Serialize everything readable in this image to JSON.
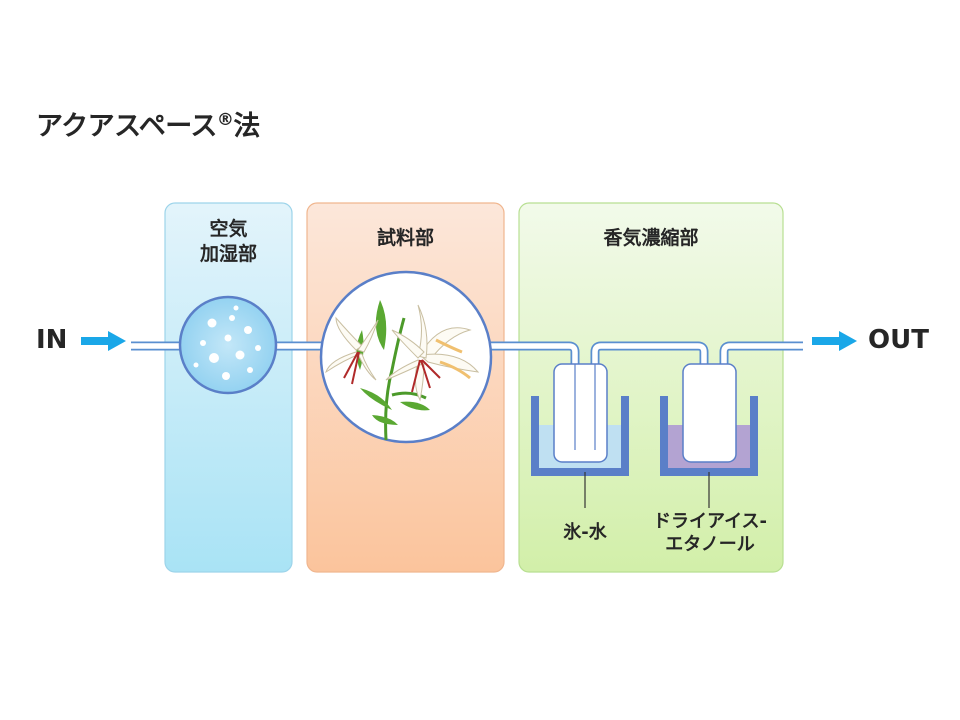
{
  "title": {
    "main": "アクアスペース",
    "mark": "®",
    "suffix": "法"
  },
  "inlet": {
    "label": "IN",
    "arrow_color": "#1aa7e8"
  },
  "outlet": {
    "label": "OUT",
    "arrow_color": "#1aa7e8"
  },
  "panels": [
    {
      "label_line1": "空気",
      "label_line2": "加湿部",
      "color_top": "#e3f4fb",
      "color_bottom": "#a9e3f5"
    },
    {
      "label": "試料部",
      "color_top": "#fbe6d8",
      "color_bottom": "#fbc49c"
    },
    {
      "label": "香気濃縮部",
      "color_top": "#f0f9e4",
      "color_bottom": "#d2efa9"
    }
  ],
  "baths": [
    {
      "label": "氷-水",
      "liquid_color": "#bfe0f2"
    },
    {
      "label_line1": "ドライアイス-",
      "label_line2": "エタノール",
      "liquid_color": "#b3a3d2"
    }
  ],
  "colors": {
    "pipe_stroke": "#5a8fd0",
    "container": "#5a7fc8"
  }
}
